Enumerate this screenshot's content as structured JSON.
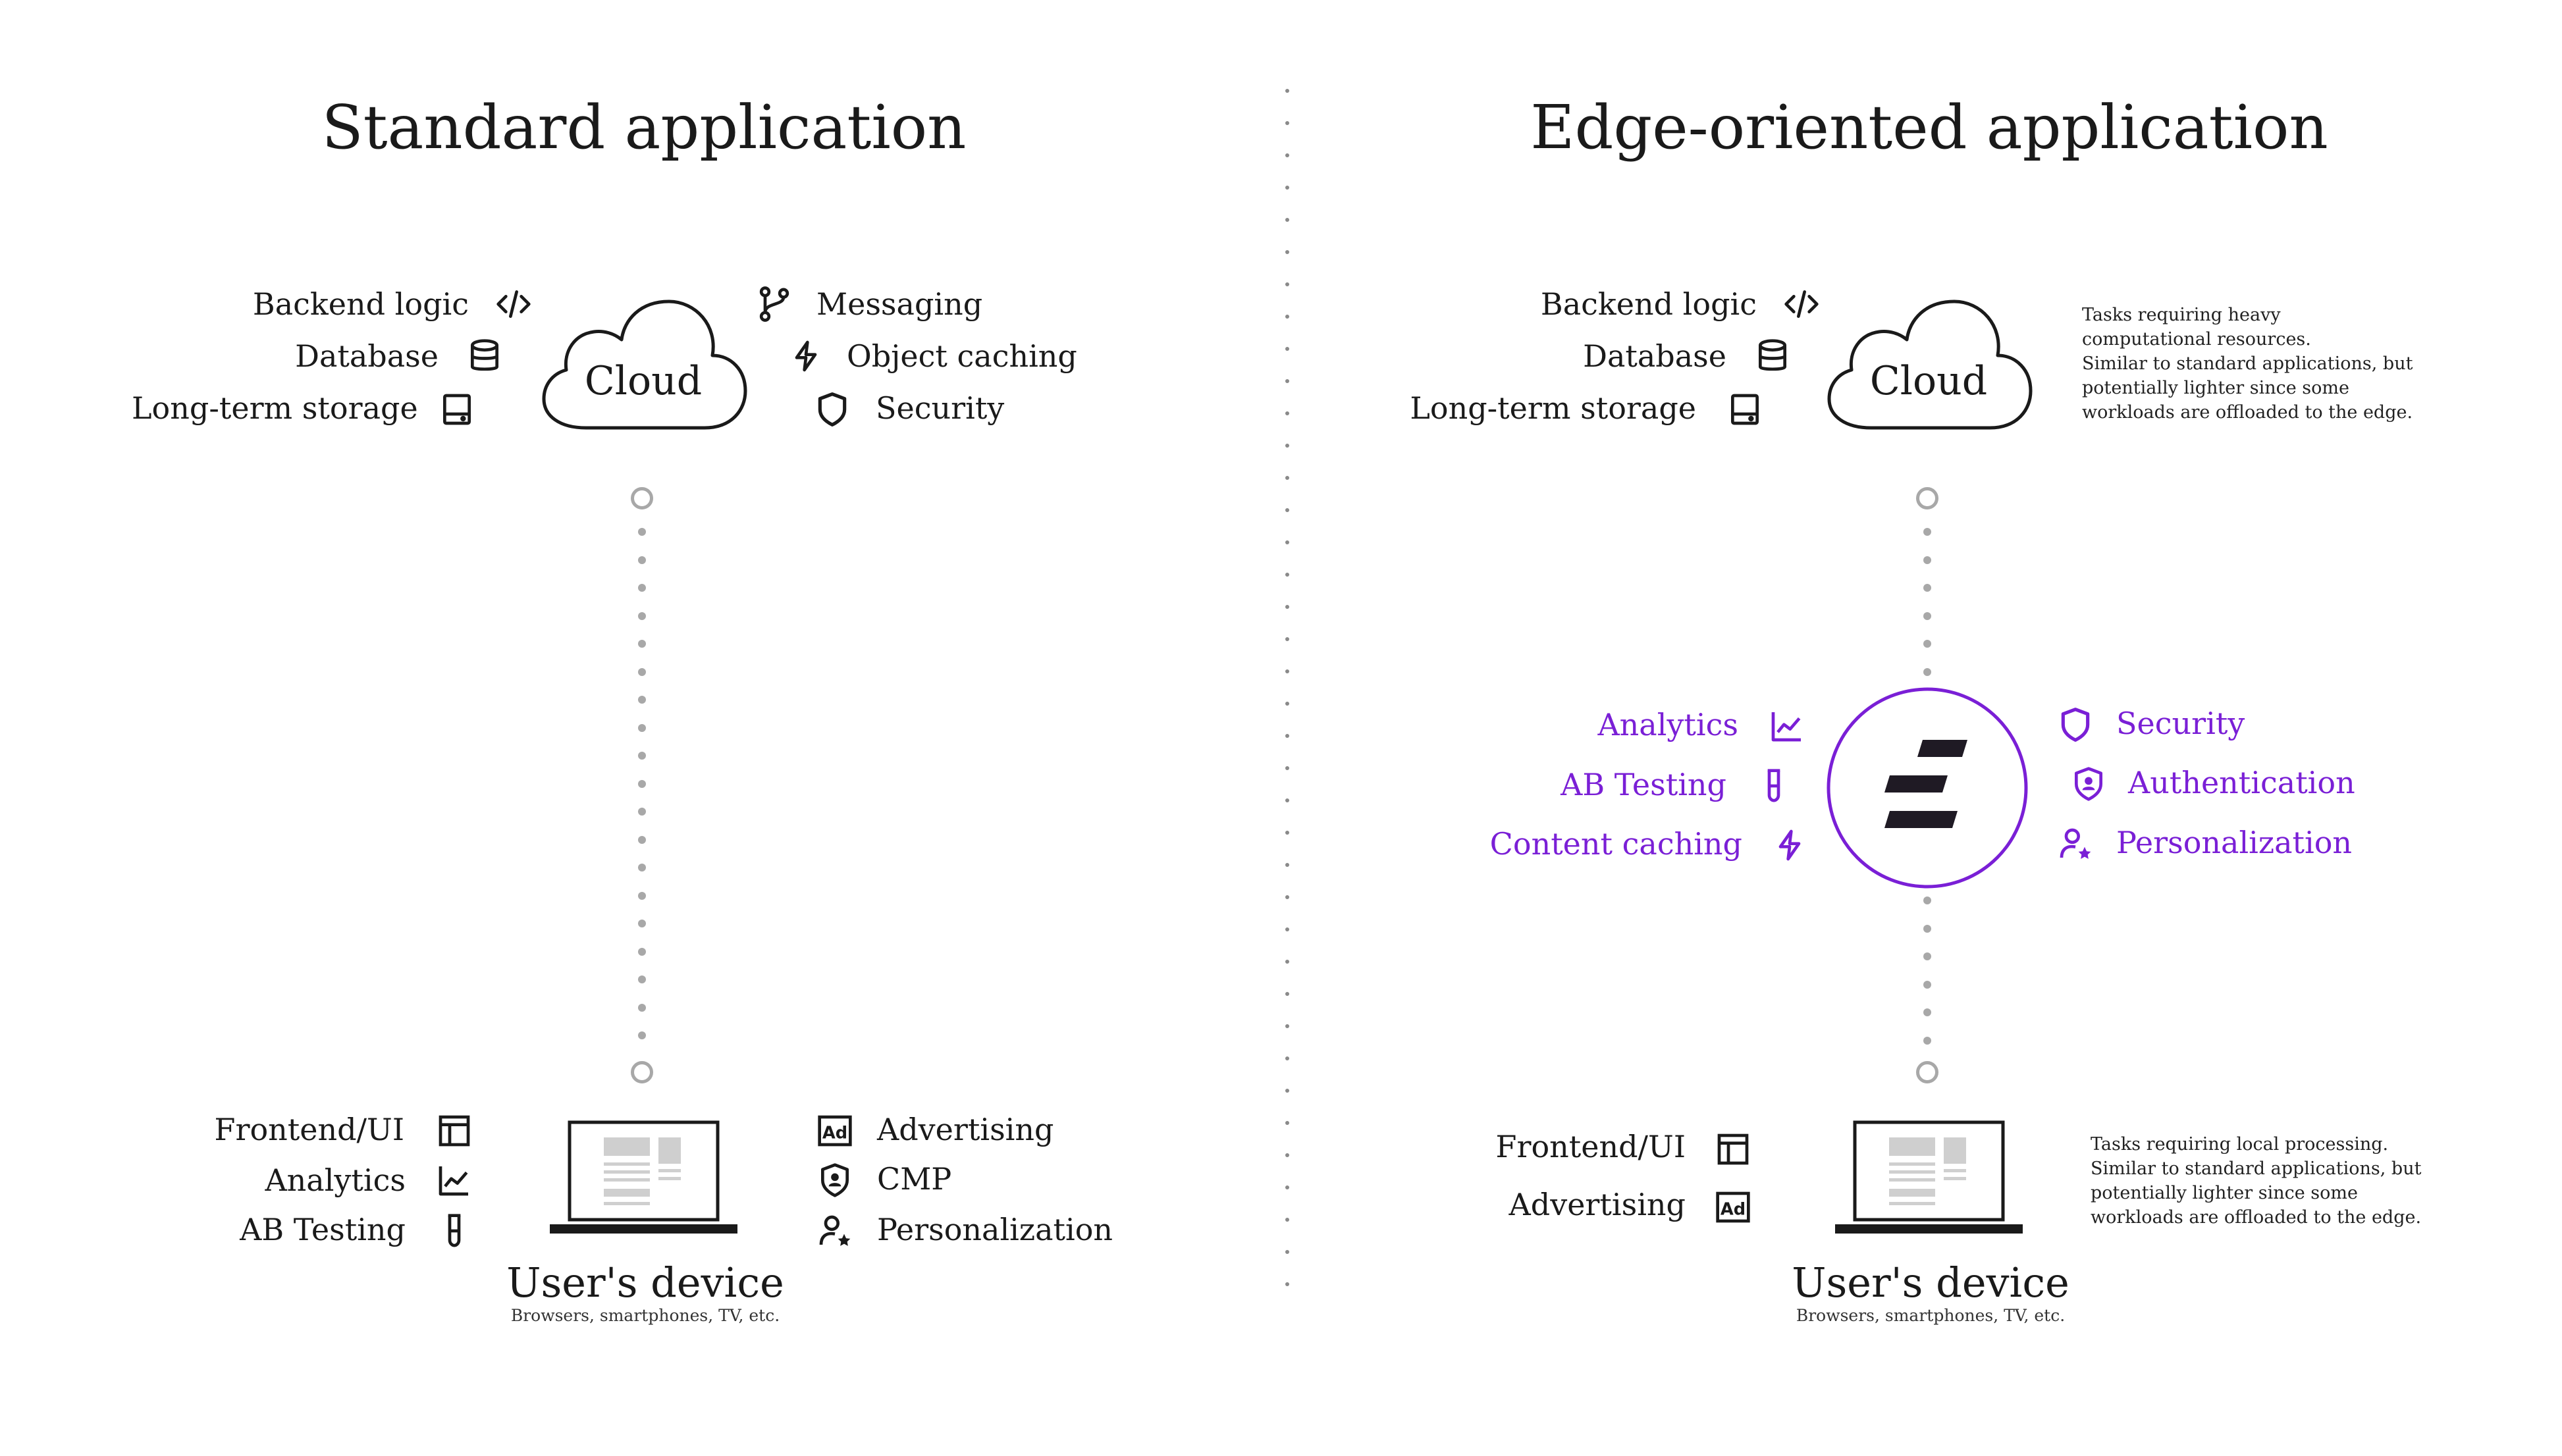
{
  "colors": {
    "text": "#1a1a1a",
    "accent": "#7a1fd6",
    "connector": "#a8a8a8"
  },
  "left": {
    "title": "Standard application",
    "cloud": {
      "label": "Cloud",
      "left_items": [
        {
          "label": "Backend logic",
          "icon": "code-icon"
        },
        {
          "label": "Database",
          "icon": "database-icon"
        },
        {
          "label": "Long-term storage",
          "icon": "storage-icon"
        }
      ],
      "right_items": [
        {
          "label": "Messaging",
          "icon": "branch-icon"
        },
        {
          "label": "Object caching",
          "icon": "bolt-icon"
        },
        {
          "label": "Security",
          "icon": "shield-icon"
        }
      ]
    },
    "device": {
      "title": "User's device",
      "subtitle": "Browsers, smartphones, TV, etc.",
      "left_items": [
        {
          "label": "Frontend/UI",
          "icon": "layout-icon"
        },
        {
          "label": "Analytics",
          "icon": "chart-icon"
        },
        {
          "label": "AB Testing",
          "icon": "test-tube-icon"
        }
      ],
      "right_items": [
        {
          "label": "Advertising",
          "icon": "ad-icon"
        },
        {
          "label": "CMP",
          "icon": "user-shield-icon"
        },
        {
          "label": "Personalization",
          "icon": "user-star-icon"
        }
      ]
    }
  },
  "right": {
    "title": "Edge-oriented application",
    "cloud": {
      "label": "Cloud",
      "left_items": [
        {
          "label": "Backend logic",
          "icon": "code-icon"
        },
        {
          "label": "Database",
          "icon": "database-icon"
        },
        {
          "label": "Long-term storage",
          "icon": "storage-icon"
        }
      ],
      "note": [
        "Tasks requiring heavy",
        "computational resources.",
        "Similar to standard applications, but",
        "potentially lighter since some",
        "workloads are offloaded to the edge."
      ]
    },
    "edge": {
      "left_items": [
        {
          "label": "Analytics",
          "icon": "chart-icon"
        },
        {
          "label": "AB Testing",
          "icon": "test-tube-icon"
        },
        {
          "label": "Content caching",
          "icon": "bolt-icon"
        }
      ],
      "right_items": [
        {
          "label": "Security",
          "icon": "shield-icon"
        },
        {
          "label": "Authentication",
          "icon": "user-shield-icon"
        },
        {
          "label": "Personalization",
          "icon": "user-star-icon"
        }
      ]
    },
    "device": {
      "title": "User's device",
      "subtitle": "Browsers, smartphones, TV, etc.",
      "left_items": [
        {
          "label": "Frontend/UI",
          "icon": "layout-icon"
        },
        {
          "label": "Advertising",
          "icon": "ad-icon"
        }
      ],
      "note": [
        "Tasks requiring local processing.",
        "Similar to standard applications, but",
        "potentially lighter since some",
        "workloads are offloaded to the edge."
      ]
    }
  }
}
